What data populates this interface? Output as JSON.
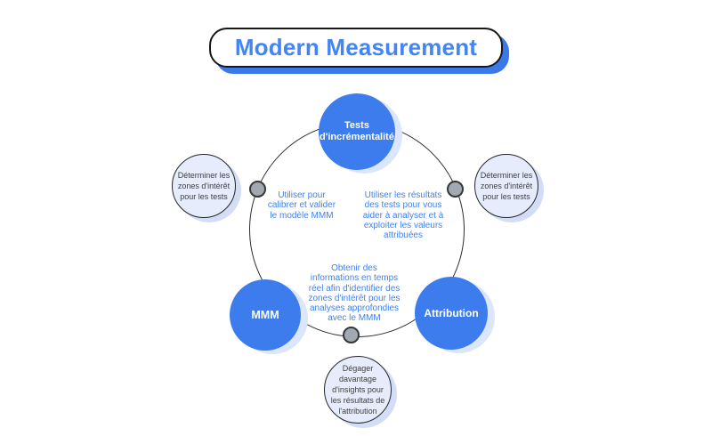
{
  "title": "Modern Measurement",
  "colors": {
    "node_blue": "#3d7cec",
    "node_halo": "#dce6fb",
    "satellite_fill": "#e6ecfb",
    "annotation_blue": "#4181ec",
    "title_blue": "#4285f4",
    "dark_text": "#3c4043",
    "dot_gray": "#a3a9b0"
  },
  "nodes": {
    "tests": {
      "lines": [
        "Tests",
        "d'incrémentalité"
      ]
    },
    "mmm": {
      "label": "MMM"
    },
    "attribution": {
      "label": "Attribution"
    }
  },
  "satellites": {
    "left": {
      "lines": [
        "Déterminer les",
        "zones d'intérêt",
        "pour les tests"
      ]
    },
    "right": {
      "lines": [
        "Déterminer les",
        "zones d'intérêt",
        "pour les tests"
      ]
    },
    "bottom": {
      "lines": [
        "Dégager",
        "davantage",
        "d'insights pour",
        "les résultats de",
        "l'attribution"
      ]
    }
  },
  "annotations": {
    "left": {
      "lines": [
        "Utiliser pour",
        "calibrer et valider",
        "le modèle MMM"
      ]
    },
    "right": {
      "lines": [
        "Utiliser les résultats",
        "des tests pour vous",
        "aider à analyser et à",
        "exploiter les valeurs",
        "attribuées"
      ]
    },
    "bottom": {
      "lines": [
        "Obtenir des",
        "informations en temps",
        "réel afin d'identifier des",
        "zones d'intérêt pour les",
        "analyses approfondies",
        "avec le MMM"
      ]
    }
  }
}
